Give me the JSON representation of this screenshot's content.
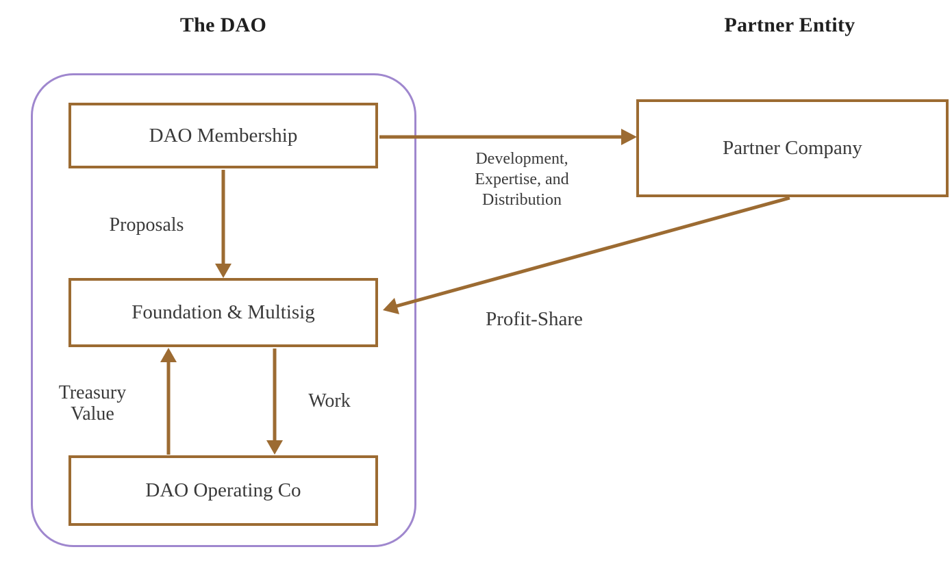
{
  "diagram": {
    "colors": {
      "box_border": "#9c6b32",
      "arrow": "#9c6b32",
      "container_border": "#9f87ce",
      "label_text": "#3a3a3a",
      "title_text": "#1f1f1f"
    },
    "titles": {
      "left": "The DAO",
      "right": "Partner Entity"
    },
    "nodes": {
      "dao_membership": "DAO Membership",
      "foundation_multisig": "Foundation & Multisig",
      "dao_operating_co": "DAO Operating Co",
      "partner_company": "Partner Company"
    },
    "edge_labels": {
      "development": {
        "lines": [
          "Development,",
          "Expertise, and",
          "Distribution"
        ]
      },
      "proposals": "Proposals",
      "profit_share": "Profit-Share",
      "treasury_value": {
        "lines": [
          "Treasury",
          "Value"
        ]
      },
      "work": "Work"
    },
    "edges": [
      {
        "from": "DAO Membership",
        "to": "Partner Company",
        "label": "Development, Expertise, and Distribution"
      },
      {
        "from": "DAO Membership",
        "to": "Foundation & Multisig",
        "label": "Proposals"
      },
      {
        "from": "Partner Company",
        "to": "Foundation & Multisig",
        "label": "Profit-Share"
      },
      {
        "from": "Foundation & Multisig",
        "to": "DAO Operating Co",
        "label": "Work"
      },
      {
        "from": "DAO Operating Co",
        "to": "Foundation & Multisig",
        "label": "Treasury Value"
      }
    ]
  }
}
